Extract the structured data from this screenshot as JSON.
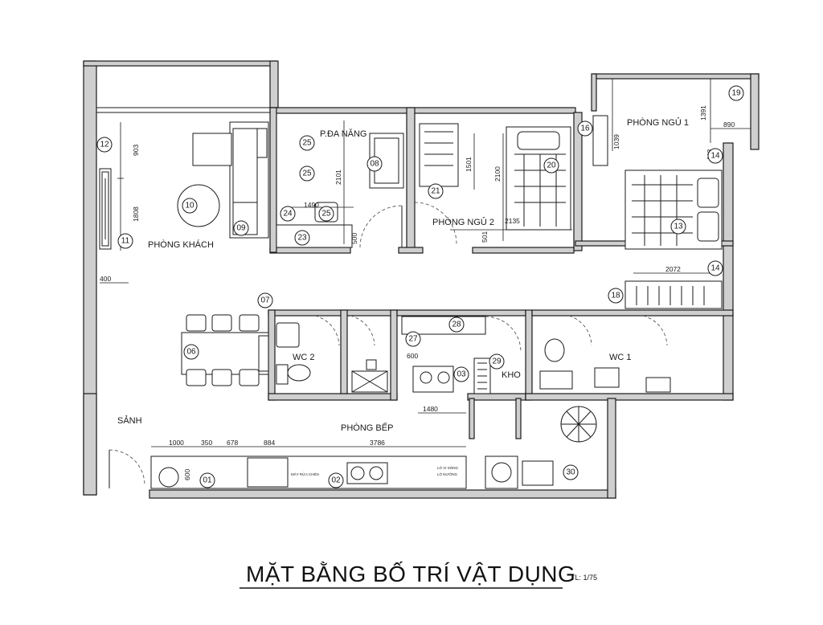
{
  "title": "MẶT BẰNG BỐ TRÍ VẬT DỤNG",
  "scale": "TL: 1/75",
  "rooms": {
    "phong_khach": "PHÒNG KHÁCH",
    "p_da_nang": "P.ĐA NĂNG",
    "phong_ngu_2": "PHÒNG NGỦ 2",
    "phong_ngu_1": "PHÒNG NGỦ 1",
    "wc_2": "WC 2",
    "wc_1": "WC 1",
    "kho": "KHO",
    "sanh": "SẢNH",
    "phong_bep": "PHÒNG BẾP"
  },
  "appliance_labels": {
    "may_rua_chen": "MÁY RỬA CHÉN",
    "lo_vi_song": "LÒ VI SÓNG",
    "lo_nuong": "LÒ NƯỚNG"
  },
  "dimensions": {
    "d903": "903",
    "d1808": "1808",
    "d400": "400",
    "d2101": "2101",
    "d1490": "1490",
    "d500": "500",
    "d1501": "1501",
    "d2100": "2100",
    "d501": "501",
    "d2135": "2135",
    "d1039": "1039",
    "d1391": "1391",
    "d890": "890",
    "d448": "448",
    "d2072": "2072",
    "d600_kitchen": "600",
    "d1480": "1480",
    "d1000": "1000",
    "d350": "350",
    "d678": "678",
    "d884": "884",
    "d3786": "3786",
    "d600_counter": "600"
  },
  "tags": {
    "t01": "01",
    "t02": "02",
    "t03": "03",
    "t06": "06",
    "t07": "07",
    "t08": "08",
    "t09": "09",
    "t10": "10",
    "t11": "11",
    "t12": "12",
    "t13": "13",
    "t14a": "14",
    "t14b": "14",
    "t16": "16",
    "t18": "18",
    "t19": "19",
    "t20": "20",
    "t21": "21",
    "t23": "23",
    "t24": "24",
    "t25a": "25",
    "t25b": "25",
    "t25c": "25",
    "t27": "27",
    "t28": "28",
    "t29": "29",
    "t30": "30"
  }
}
